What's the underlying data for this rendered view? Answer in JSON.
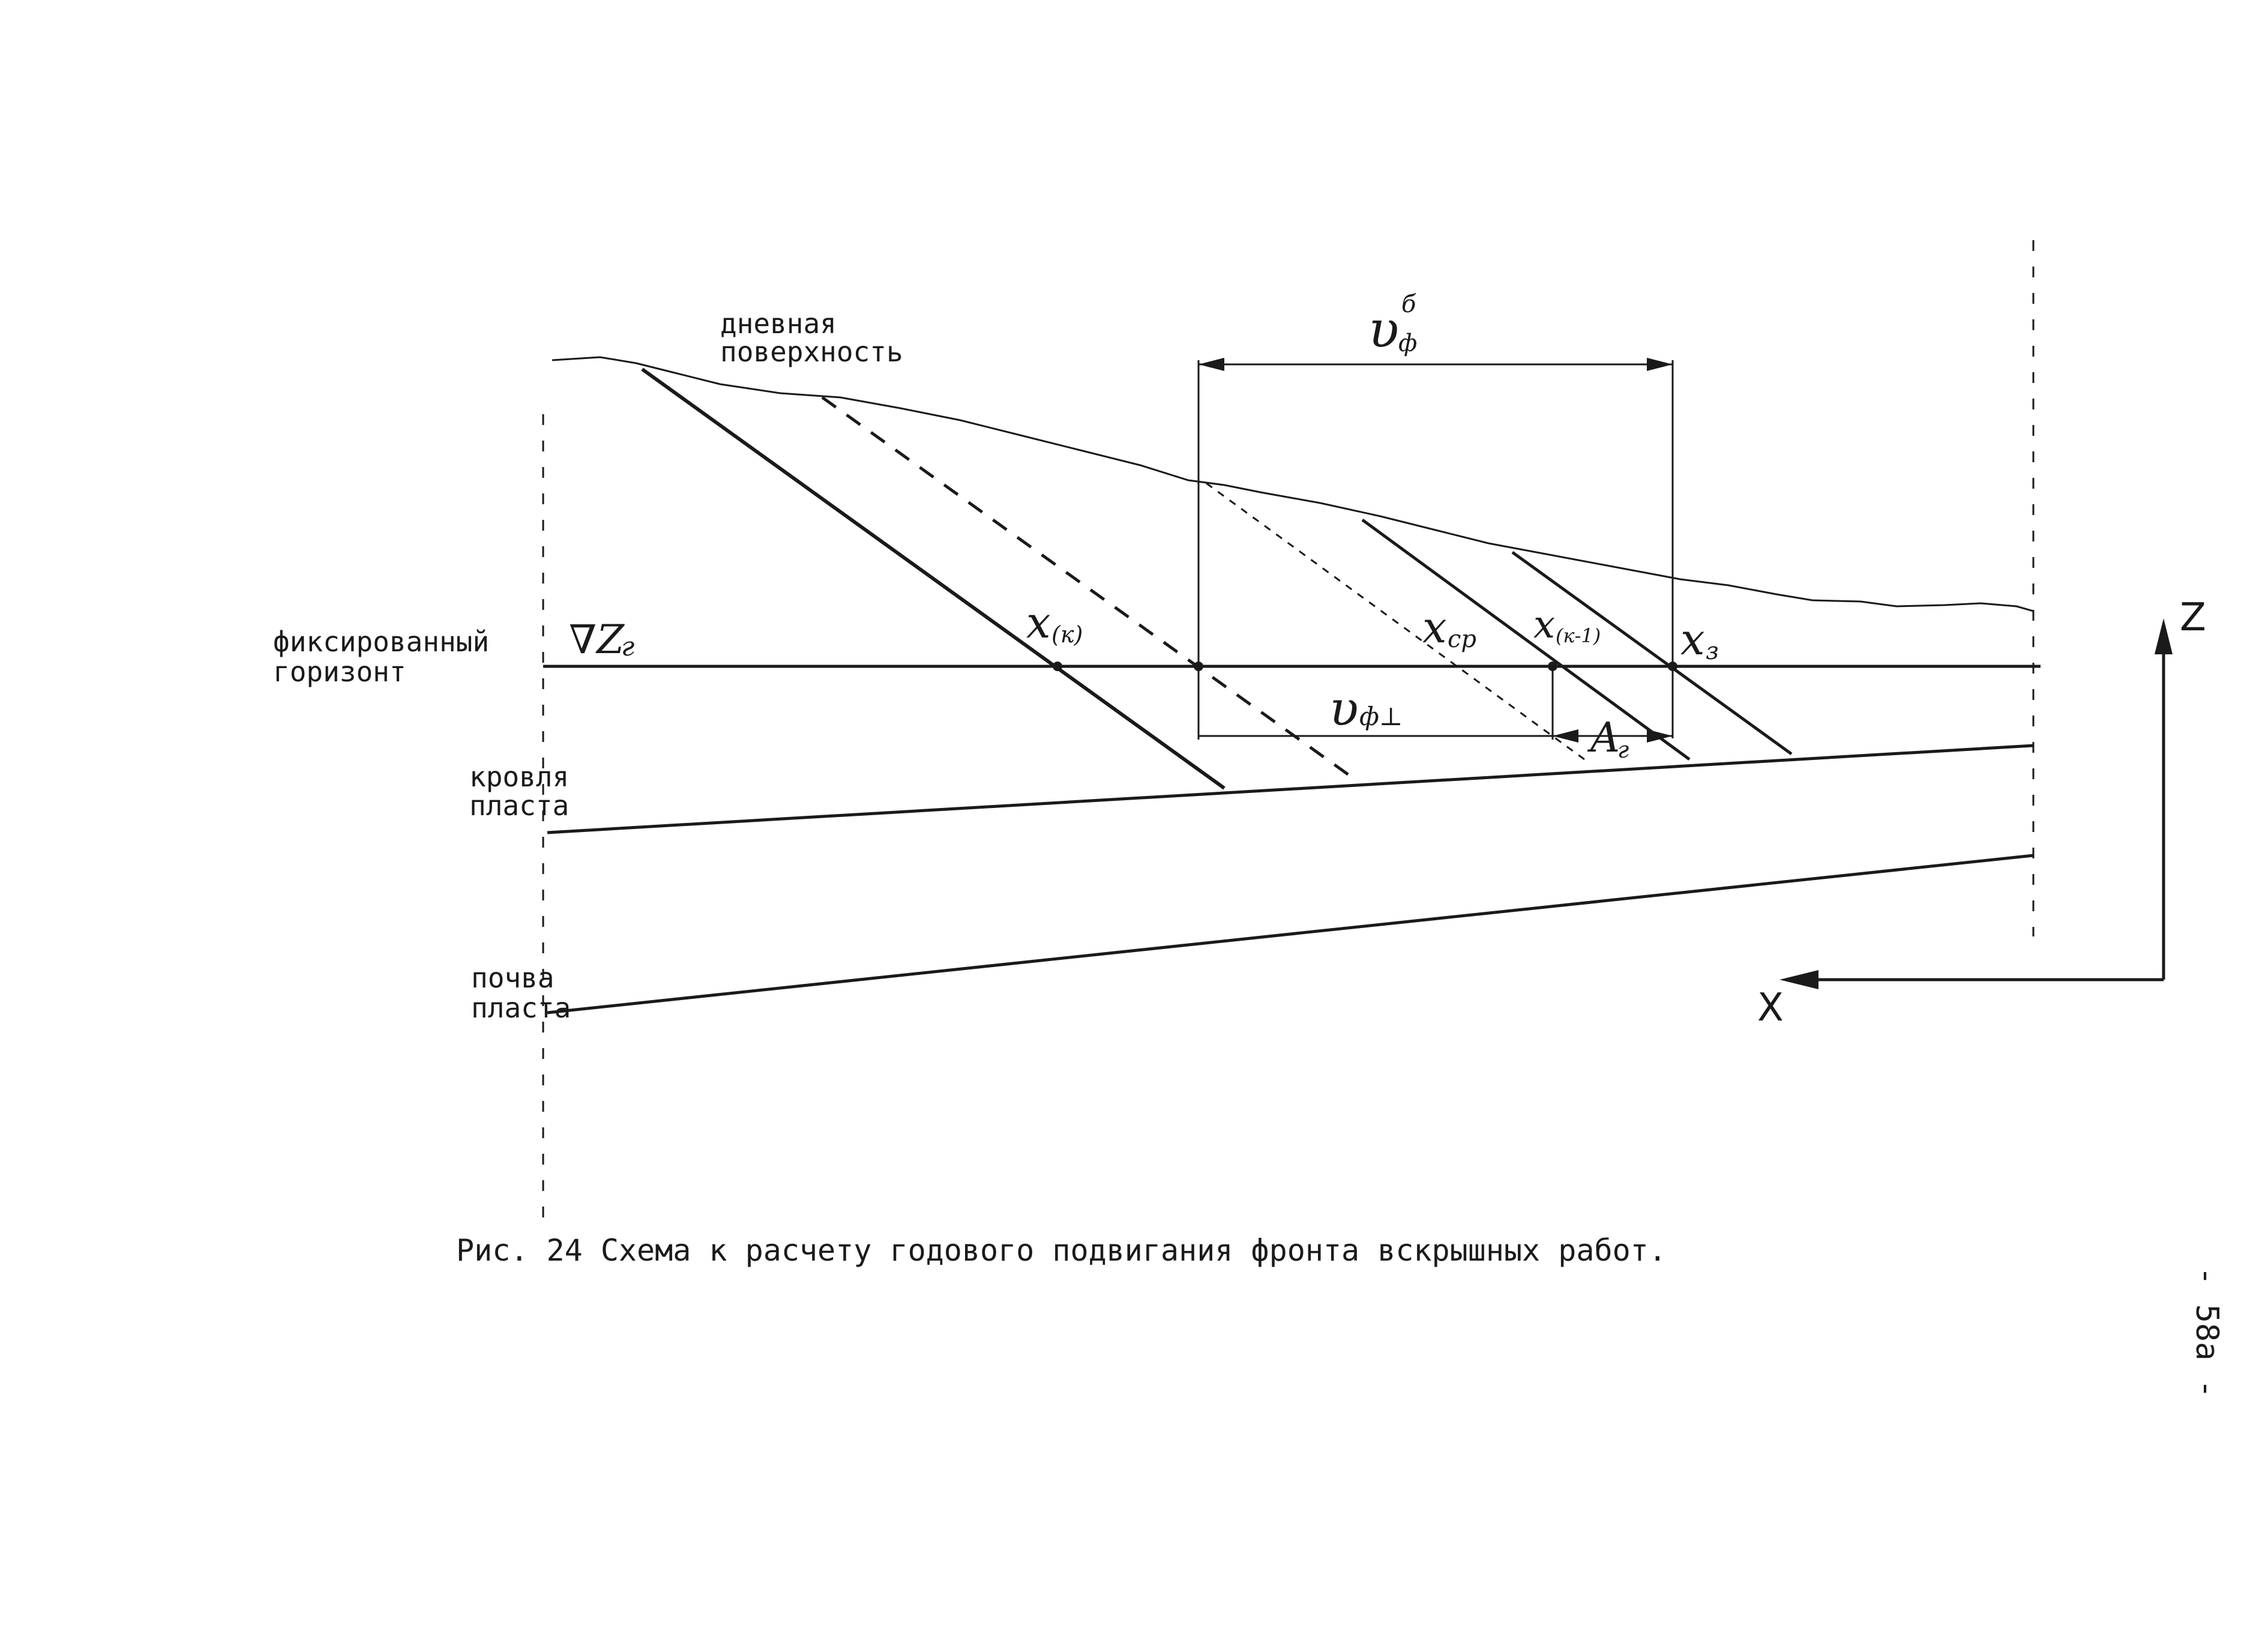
{
  "labels": {
    "surface_line1": "дневная",
    "surface_line2": "поверхность",
    "horizon_line1": "фиксированный",
    "horizon_line2": "горизонт",
    "horizon_mark": "∇Z",
    "horizon_mark_sub": "г",
    "roof_line1": "кровля",
    "roof_line2": "пласта",
    "floor_line1": "почва",
    "floor_line2": "пласта"
  },
  "symbols": {
    "x_k": "x",
    "x_k_sub": "(к)",
    "x_cp": "x",
    "x_cp_sub": "ср",
    "x_k1": "x",
    "x_k1_sub": "(к-1)",
    "x_3": "x",
    "x_3_sub": "з",
    "v_phi_b": "υ",
    "v_phi_b_sup": "б",
    "v_phi_b_sub": "ф",
    "v_phi_perp": "υ",
    "v_phi_perp_sub": "ф⊥",
    "a_g": "A",
    "a_g_sub": "г"
  },
  "axes": {
    "z": "Z",
    "x": "X"
  },
  "caption": "Рис. 24 Схема к расчету годового подвигания фронта вскрышных работ.",
  "page_number": "- 58а -"
}
